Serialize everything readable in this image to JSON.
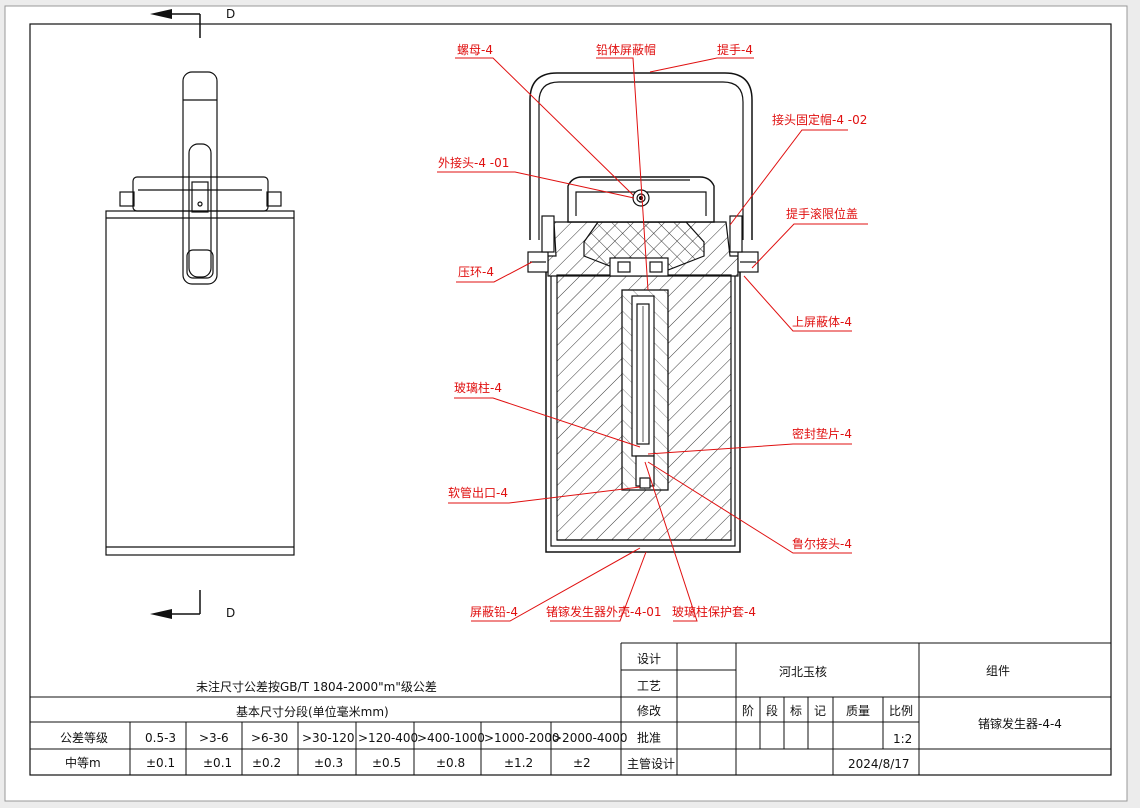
{
  "section_markers": {
    "top": "D",
    "bottom": "D"
  },
  "callouts": [
    {
      "key": "nut",
      "text": "螺母-4"
    },
    {
      "key": "lead_cap",
      "text": "铅体屏蔽帽"
    },
    {
      "key": "handle",
      "text": "提手-4"
    },
    {
      "key": "joint_cap",
      "text": "接头固定帽-4 -02"
    },
    {
      "key": "outer_joint",
      "text": "外接头-4 -01"
    },
    {
      "key": "handle_limit",
      "text": "提手滚限位盖"
    },
    {
      "key": "press_ring",
      "text": "压环-4"
    },
    {
      "key": "upper_shield",
      "text": "上屏蔽体-4"
    },
    {
      "key": "glass_column",
      "text": "玻璃柱-4"
    },
    {
      "key": "seal_gasket",
      "text": "密封垫片-4"
    },
    {
      "key": "hose_outlet",
      "text": "软管出口-4"
    },
    {
      "key": "luer_joint",
      "text": "鲁尔接头-4"
    },
    {
      "key": "shield_lead",
      "text": "屏蔽铅-4"
    },
    {
      "key": "generator_shell",
      "text": "锗镓发生器外壳-4-01"
    },
    {
      "key": "glass_sleeve",
      "text": "玻璃柱保护套-4"
    }
  ],
  "tolerance": {
    "note": "未注尺寸公差按GB/T 1804-2000\"m\"级公差",
    "subtitle": "基本尺寸分段(单位毫米mm)",
    "row_header_grade": "公差等级",
    "row_header_class": "中等m",
    "ranges": [
      "0.5-3",
      ">3-6",
      ">6-30",
      ">30-120",
      ">120-400",
      ">400-1000",
      ">1000-2000",
      ">2000-4000"
    ],
    "values": [
      "±0.1",
      "±0.1",
      "±0.2",
      "±0.3",
      "±0.5",
      "±0.8",
      "±1.2",
      "±2"
    ]
  },
  "title_block": {
    "roles": [
      "设计",
      "工艺",
      "修改",
      "批准",
      "主管设计"
    ],
    "company": "河北玉核",
    "stage_headers": [
      "阶",
      "段",
      "标",
      "记"
    ],
    "mass_label": "质量",
    "scale_label": "比例",
    "scale_value": "1:2",
    "date": "2024/8/17",
    "type": "组件",
    "drawing_name": "锗镓发生器-4-4"
  }
}
